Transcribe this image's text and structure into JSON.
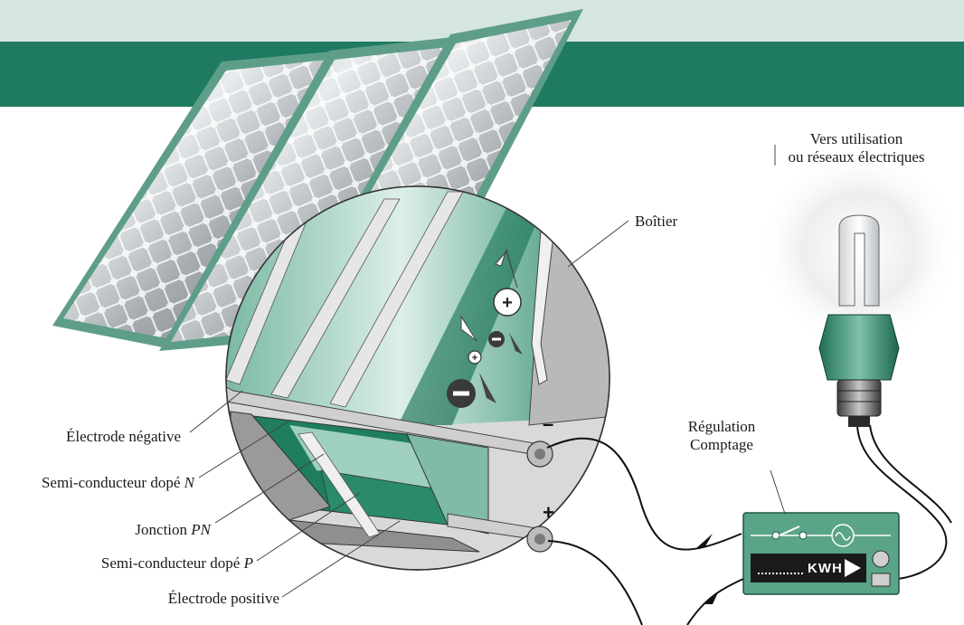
{
  "labels": {
    "output": [
      "Vers utilisation",
      "ou réseaux électriques"
    ],
    "housing": "Boîtier",
    "regulation": [
      "Régulation",
      "Comptage"
    ],
    "negative_electrode": "Électrode négative",
    "n_doped_prefix": "Semi-conducteur dopé ",
    "n_doped_letter": "N",
    "junction_prefix": "Jonction ",
    "junction_letters": "PN",
    "p_doped_prefix": "Semi-conducteur dopé ",
    "p_doped_letter": "P",
    "positive_electrode": "Électrode positive"
  },
  "terminals": {
    "negative": "–",
    "positive": "+"
  },
  "meter": {
    "unit": "KWH"
  },
  "colors": {
    "band_light": "#d5e6e1",
    "band_dark": "#1f7a62",
    "panel_frame": "#5e9e88",
    "cell": "#8a8f95",
    "green": "#2e8b70",
    "box": "#5aa488"
  }
}
